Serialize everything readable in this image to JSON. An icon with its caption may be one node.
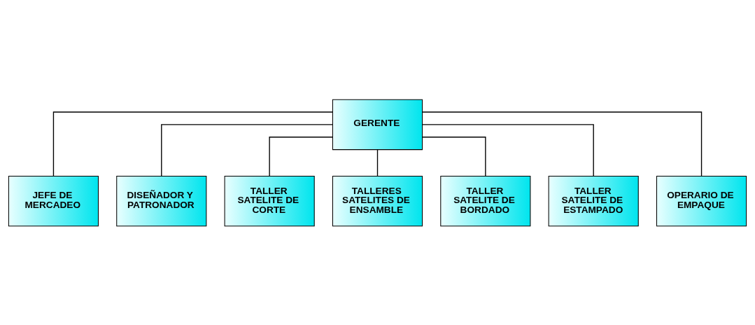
{
  "diagram": {
    "nodes": [
      {
        "text": [
          "GERENTE"
        ]
      },
      {
        "text": [
          "JEFE DE MERCADEO"
        ]
      },
      {
        "text": [
          "DISEÑADOR Y PATRONADOR"
        ]
      },
      {
        "text": [
          "TALLER SATELITE DE CORTE"
        ]
      },
      {
        "text": [
          "TALLERES SATELITES DE ENSAMBLE"
        ]
      },
      {
        "text": [
          "TALLER SATELITE DE BORDADO"
        ]
      },
      {
        "text": [
          "TALLER SATELITE DE ESTAMPADO"
        ]
      },
      {
        "text": [
          "OPERARIO DE EMPAQUE"
        ]
      }
    ],
    "edges": [
      {
        "from": 0,
        "to": 1,
        "arrow": "none"
      },
      {
        "from": 0,
        "to": 2,
        "arrow": "none"
      },
      {
        "from": 0,
        "to": 3,
        "arrow": "none"
      },
      {
        "from": 0,
        "to": 4,
        "arrow": "none"
      },
      {
        "from": 0,
        "to": 5,
        "arrow": "none"
      },
      {
        "from": 0,
        "to": 6,
        "arrow": "none"
      },
      {
        "from": 0,
        "to": 7,
        "arrow": "none"
      }
    ]
  }
}
